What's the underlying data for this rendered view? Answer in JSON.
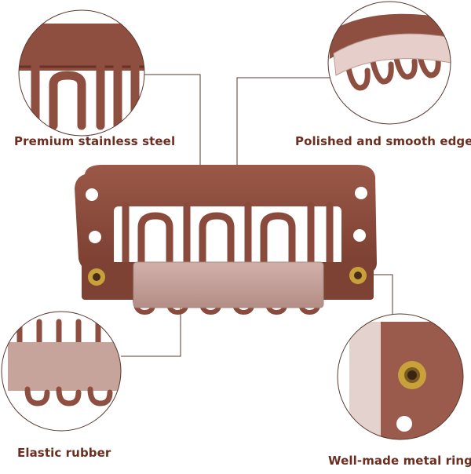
{
  "colors": {
    "label_text": "#6b2e20",
    "clip_body": "#8a4a3c",
    "clip_light": "#a8685a",
    "clip_dark": "#6a3226",
    "rubber": "#c4a09a",
    "rubber_edge": "#a88880",
    "ring_gold": "#b8922a",
    "leader_line": "#5a3a30"
  },
  "labels": {
    "steel": "Premium stainless steel",
    "edges": "Polished and smooth edges",
    "rubber": "Elastic rubber",
    "ring": "Well-made metal ring"
  },
  "icons": [
    "hair-clip-image"
  ]
}
